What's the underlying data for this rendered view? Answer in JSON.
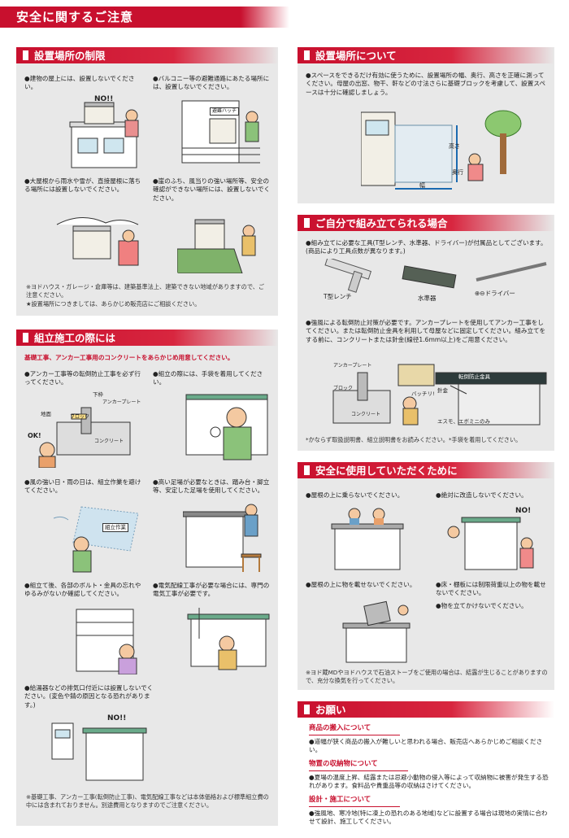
{
  "page_title": "安全に関するご注意",
  "sec1": {
    "title": "設置場所の制限",
    "items": [
      "●建物の屋上には、設置しないでください。",
      "●バルコニー等の避難通路にあたる場所には、設置しないでください。",
      "●大屋根から雨水や雪が、直接屋根に落ちる場所には設置しないでください。",
      "●崖のふち、風当りの強い場所等、安全の確認ができない場所には、設置しないでください。"
    ],
    "illus_text": [
      "NO!!",
      "避難ハッチ"
    ],
    "notes": [
      "※ヨドハウス・ガレージ・倉庫等は、建築基準法上、建築できない地域がありますので、ご注意ください。",
      "★設置場所につきましては、あらかじめ販売店にご相談ください。"
    ]
  },
  "sec2": {
    "title": "組立施工の際には",
    "red_note": "基礎工事、アンカー工事用のコンクリートをあらかじめ用意してください。",
    "items": [
      "●アンカー工事等の転倒防止工事を必ず行ってください。",
      "●組立の際には、手袋を着用してください。",
      "●風の強い日・雨の日は、組立作業を避けてください。",
      "●高い足場が必要なときは、踏み台・脚立等、安定した足場を使用してください。",
      "●組立て後、各部のボルト・金具の忘れやゆるみがないか確認してください。",
      "●電気配線工事が必要な場合には、専門の電気工事が必要です。",
      "●給湯器などの排気口付近には設置しないでください。(変色や錆の原因となる恐れがあります。)"
    ],
    "illus_text": [
      "下枠",
      "アンカープレート",
      "地面",
      "ブロック",
      "コンクリート",
      "OK!",
      "組立作業",
      "NO!!"
    ],
    "notes": [
      "※基礎工事、アンカー工事(転倒防止工事)、電気配線工事などは本体価格および標準組立費の中には含まれておりません。別途費用となりますのでご注意ください。"
    ]
  },
  "sec3": {
    "title": "設置場所について",
    "body": "●スペースをできるだけ有効に使うために、設置場所の幅、奥行、高さを正確に測ってください。母屋の出窓、物干、軒などの寸法さらに基礎ブロックを考慮して、設置スペースは十分に確認しましょう。",
    "illus_text": [
      "高さ",
      "奥行",
      "幅"
    ]
  },
  "sec4": {
    "title": "ご自分で組み立てられる場合",
    "tools_text": "●組み立てに必要な工具(T型レンチ、水準器、ドライバー)が付属品としてございます。(商品により工具点数が異なります。)",
    "tool_labels": [
      "T型レンチ",
      "水準器",
      "⊕⊖ドライバー"
    ],
    "anchor_text": "●強風による転倒防止対策が必要です。アンカープレートを使用してアンカー工事をしてください。または転倒防止金具を利用して母屋などに固定してください。組み立てをする前に、コンクリートまたは針金(線径1.6mm以上)をご用意ください。",
    "illus_text": [
      "アンカープレート",
      "ブロック",
      "コンクリート",
      "バッチリ!",
      "転倒防止金具",
      "針金",
      "エスモ、エボミニのみ"
    ],
    "note": "*かならず取扱説明書、組立説明書をお読みください。*手袋を着用してください。"
  },
  "sec5": {
    "title": "安全に使用していただくために",
    "items": [
      "●屋根の上に乗らないでください。",
      "●絶対に改造しないでください。",
      "●屋根の上に物を載せないでください。",
      "●床・棚板には制限荷重以上の物を載せないでください。",
      "●物を立てかけないでください。"
    ],
    "illus_text": [
      "NO!"
    ],
    "note": "※ヨド蔵MDやヨドハウスで石油ストーブをご使用の場合は、結露が生じることがありますので、充分な換気を行ってください。"
  },
  "sec6": {
    "title": "お願い",
    "blocks": [
      {
        "head": "商品の搬入について",
        "body": "●道幅が狭く商品の搬入が難しいと思われる場合、販売店へあらかじめご相談ください。"
      },
      {
        "head": "物置の収納物について",
        "body": "●夏場の温度上昇、結露または忌避小動物の侵入等によって収納物に被害が発生する恐れがあります。食料品や貴重品等の収納はさけてください。"
      },
      {
        "head": "設計・施工について",
        "body": "●強風地、寒冷地(特に凍上の恐れのある地域)などに設置する場合は現地の実情に合わせて設計、施工してください。"
      }
    ]
  },
  "colors": {
    "accent_red": "#c8102e",
    "panel_gray": "#e8e8e8"
  }
}
